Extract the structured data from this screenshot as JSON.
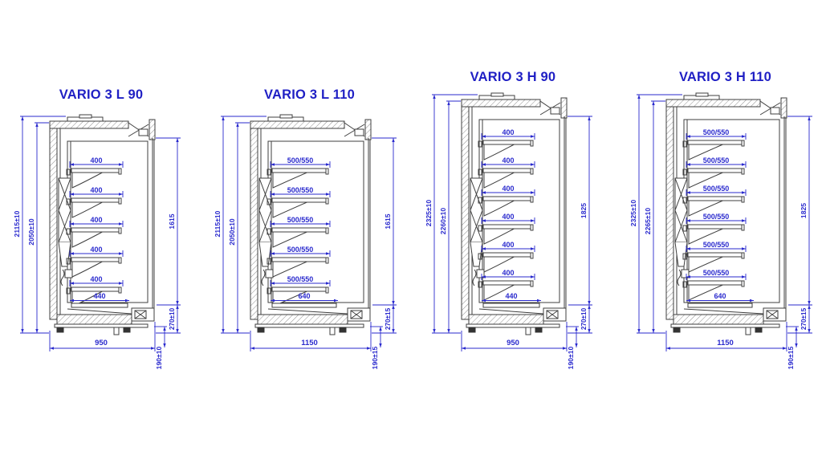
{
  "page": {
    "background": "#ffffff",
    "title_color": "#1f1fc4",
    "dimension_color": "#2a2ace",
    "line_color": "#3f3f3f",
    "hatch_color": "#8f8f8f"
  },
  "units": [
    {
      "title": "VARIO 3 L 90",
      "dims": {
        "total_height": "2115±10",
        "body_height": "2050±10",
        "display_height": "1615",
        "front_sill_height": "270±10",
        "width": "950",
        "base_height": "190±10",
        "shelves": [
          "400",
          "400",
          "400",
          "400",
          "400"
        ],
        "bottom_shelf": "440"
      }
    },
    {
      "title": "VARIO 3 L 110",
      "dims": {
        "total_height": "2115±10",
        "body_height": "2050±10",
        "display_height": "1615",
        "front_sill_height": "270±15",
        "width": "1150",
        "base_height": "190±15",
        "shelves": [
          "500/550",
          "500/550",
          "500/550",
          "500/550",
          "500/550"
        ],
        "bottom_shelf": "640"
      }
    },
    {
      "title": "VARIO 3 H 90",
      "dims": {
        "total_height": "2325±10",
        "body_height": "2260±10",
        "display_height": "1825",
        "front_sill_height": "270±10",
        "width": "950",
        "base_height": "190±10",
        "shelves": [
          "400",
          "400",
          "400",
          "400",
          "400",
          "400"
        ],
        "bottom_shelf": "440"
      }
    },
    {
      "title": "VARIO 3 H 110",
      "dims": {
        "total_height": "2325±10",
        "body_height": "2265±10",
        "display_height": "1825",
        "front_sill_height": "270±15",
        "width": "1150",
        "base_height": "190±15",
        "shelves": [
          "500/550",
          "500/550",
          "500/550",
          "500/550",
          "500/550",
          "500/550"
        ],
        "bottom_shelf": "640"
      }
    }
  ]
}
